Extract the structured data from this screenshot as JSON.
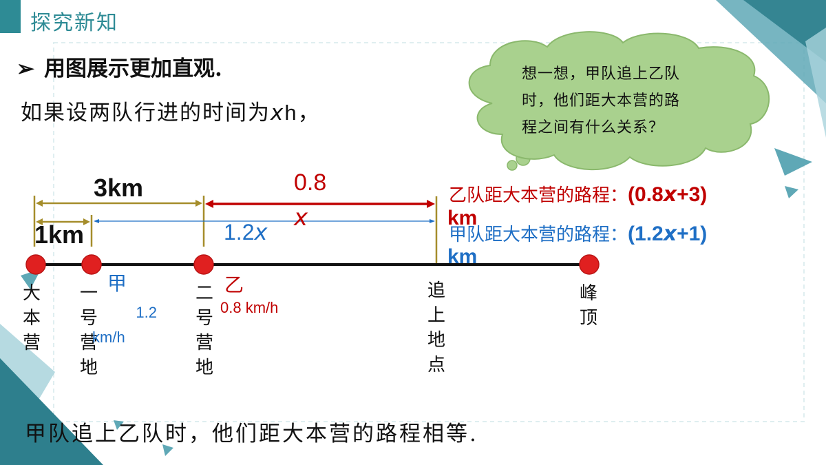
{
  "section_title": "探究新知",
  "bullet": {
    "arrow": "➢",
    "text": "用图展示更加直观."
  },
  "assumption": {
    "prefix": "如果设两队行进的时间为",
    "variable": "x",
    "unit": "h",
    "suffix": "，"
  },
  "thought_cloud": {
    "lines": [
      "想一想，甲队追上乙队",
      "时，他们距大本营的路",
      "程之间有什么关系？"
    ]
  },
  "diagram": {
    "dim_3km": "3km",
    "dim_1km": "1km",
    "dim_08": "0.8",
    "dim_x": "x",
    "dim_12": "1.2",
    "dim_12_var": "x",
    "locations": {
      "base_camp": [
        "大",
        "本",
        "营"
      ],
      "camp_one": [
        "一",
        "号",
        "营",
        "地"
      ],
      "camp_two": [
        "二",
        "号",
        "营",
        "地"
      ],
      "catch_point": [
        "追",
        "上",
        "地",
        "点"
      ],
      "summit": [
        "峰",
        "顶"
      ]
    },
    "team_jia": {
      "name": "甲",
      "speed_lines": [
        "1.2",
        "km/h"
      ]
    },
    "team_yi": {
      "name": "乙",
      "speed": "0.8 km/h"
    }
  },
  "results": {
    "yi_label": "乙队距大本营的路程：",
    "yi_value": "(0.8",
    "yi_var": "x",
    "yi_tail": "+3)",
    "yi_unit": "km",
    "jia_label": "甲队距大本营的路程：",
    "jia_value": "(1.2",
    "jia_var": "x",
    "jia_tail": "+1)",
    "jia_unit": "km"
  },
  "conclusion": "甲队追上乙队时，他们距大本营的路程相等.",
  "colors": {
    "teal": "#2e8b95",
    "red": "#c00000",
    "blue": "#1f6fc5",
    "olive": "#a58d2b",
    "cloud": "#a9d18e",
    "dot": "#e02020"
  }
}
